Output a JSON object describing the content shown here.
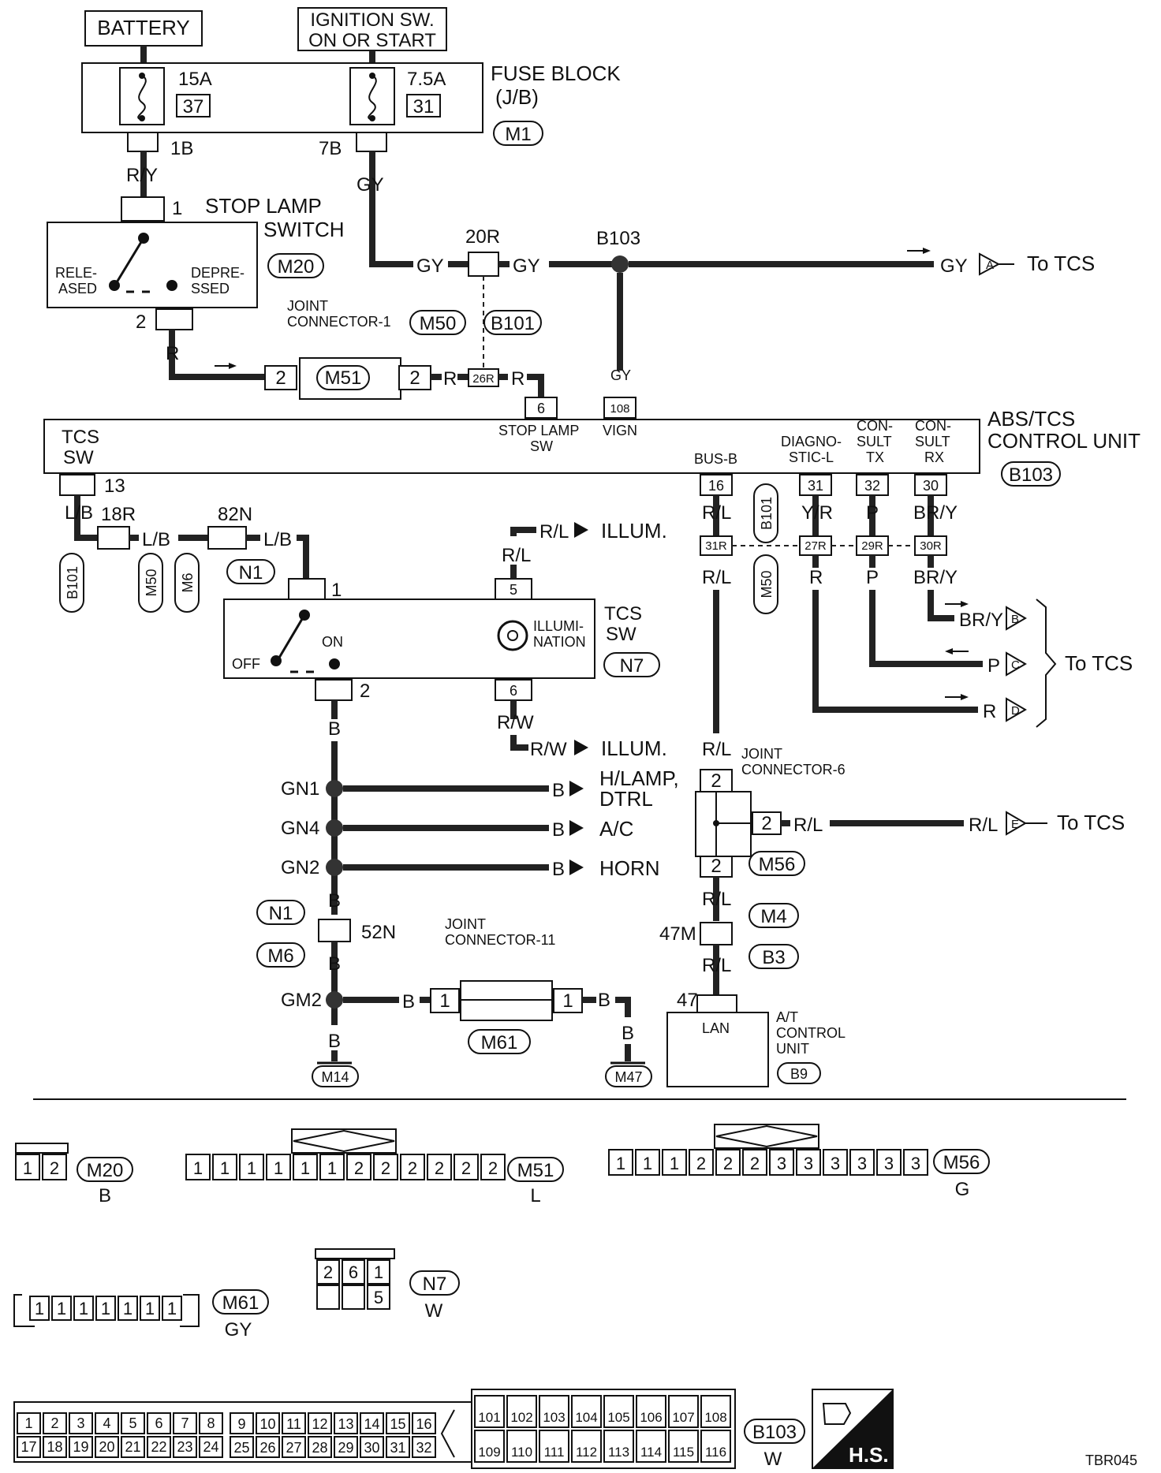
{
  "top": {
    "battery": "BATTERY",
    "ign_line1": "IGNITION SW.",
    "ign_line2": "ON OR START",
    "fuse_block_line1": "FUSE BLOCK",
    "fuse_block_line2": "(J/B)",
    "fuse_block_conn": "M1",
    "fuse1_amp": "15A",
    "fuse1_no": "37",
    "fuse2_amp": "7.5A",
    "fuse2_no": "31",
    "term_1b": "1B",
    "term_7b": "7B"
  },
  "stop_lamp": {
    "wire_ry": "R/Y",
    "pin1": "1",
    "title1": "STOP LAMP",
    "title2": "SWITCH",
    "conn": "M20",
    "released1": "RELE-",
    "released2": "ASED",
    "depressed1": "DEPRE-",
    "depressed2": "SSED",
    "pin2": "2",
    "wire_r": "R"
  },
  "gy_line": {
    "gy1": "GY",
    "gy2": "GY",
    "gy3": "GY",
    "gy4": "GY",
    "gy5": "GY",
    "conn_20r": "20R",
    "b103": "B103",
    "tag_a": "A",
    "to_tcs": "To TCS"
  },
  "joint1": {
    "line1": "JOINT",
    "line2": "CONNECTOR-1",
    "conn_m50": "M50",
    "conn_b101": "B101",
    "m51": "M51",
    "pin_2a": "2",
    "pin_2b": "2",
    "r1": "R",
    "r2": "R",
    "conn_26r": "26R"
  },
  "abs_unit": {
    "title1": "ABS/TCS",
    "title2": "CONTROL UNIT",
    "conn": "B103",
    "tcs_sw1": "TCS",
    "tcs_sw2": "SW",
    "pin13": "13",
    "pin6": "6",
    "pin108": "108",
    "stop_lamp_sw1": "STOP LAMP",
    "stop_lamp_sw2": "SW",
    "vign": "VIGN",
    "bus_b": "BUS-B",
    "diag1": "DIAGNO-",
    "diag2": "STIC-L",
    "consult_tx1": "CON-",
    "consult_tx2": "SULT",
    "consult_tx3": "TX",
    "consult_rx1": "CON-",
    "consult_rx2": "SULT",
    "consult_rx3": "RX",
    "pin16": "16",
    "pin31": "31",
    "pin32": "32",
    "pin30": "30",
    "gy_vign": "GY"
  },
  "tcs_sw_area": {
    "lb1": "L/B",
    "lb2": "L/B",
    "lb3": "L/B",
    "c18r": "18R",
    "c82n": "82N",
    "n1": "N1",
    "b101": "B101",
    "m50": "M50",
    "m6": "M6",
    "pin1": "1",
    "pin2": "2",
    "pin5": "5",
    "pin6": "6",
    "off": "OFF",
    "on": "ON",
    "illumi1": "ILLUMI-",
    "illumi2": "NATION",
    "title1": "TCS",
    "title2": "SW",
    "conn": "N7",
    "rl1": "R/L",
    "rl2": "R/L",
    "rw1": "R/W",
    "rw2": "R/W",
    "illum1": "ILLUM.",
    "illum2": "ILLUM.",
    "b": "B"
  },
  "grounds": {
    "gn1": "GN1",
    "gn4": "GN4",
    "gn2": "GN2",
    "hlamp1": "H/LAMP,",
    "hlamp2": "DTRL",
    "ac": "A/C",
    "horn": "HORN",
    "b1": "B",
    "b2": "B",
    "b3": "B",
    "b4": "B",
    "b5": "B",
    "b6": "B",
    "b7": "B",
    "b8": "B",
    "b9": "B",
    "n1": "N1",
    "m6": "M6",
    "c52n": "52N",
    "gm2": "GM2",
    "m14": "M14",
    "m47": "M47",
    "jc11_1": "JOINT",
    "jc11_2": "CONNECTOR-11",
    "m61": "M61",
    "pin1a": "1",
    "pin1b": "1"
  },
  "right_area": {
    "rl1": "R/L",
    "rl2": "R/L",
    "rl3": "R/L",
    "rl4": "R/L",
    "rl5": "R/L",
    "rl6": "R/L",
    "rl7": "R/L",
    "yr": "Y/R",
    "p1": "P",
    "p2": "P",
    "p3": "P",
    "bry1": "BR/Y",
    "bry2": "BR/Y",
    "bry3": "BR/Y",
    "r1": "R",
    "r2": "R",
    "c31r": "31R",
    "c27r": "27R",
    "c29r": "29R",
    "c30r": "30R",
    "b101": "B101",
    "m50": "M50",
    "tag_b": "B",
    "tag_c": "C",
    "tag_d": "D",
    "tag_e": "E",
    "to_tcs1": "To TCS",
    "to_tcs2": "To TCS",
    "jc6_1": "JOINT",
    "jc6_2": "CONNECTOR-6",
    "m56": "M56",
    "pin2a": "2",
    "pin2b": "2",
    "pin2c": "2",
    "m4": "M4",
    "b3": "B3",
    "c47m": "47M",
    "pin47": "47",
    "lan": "LAN",
    "at1": "A/T",
    "at2": "CONTROL",
    "at3": "UNIT",
    "b9": "B9"
  },
  "connectors": {
    "m20_cells": [
      "1",
      "2"
    ],
    "m20_name": "M20",
    "m20_color": "B",
    "m51_cells": [
      "1",
      "1",
      "1",
      "1",
      "1",
      "1",
      "2",
      "2",
      "2",
      "2",
      "2",
      "2"
    ],
    "m51_name": "M51",
    "m51_color": "L",
    "m56_cells": [
      "1",
      "1",
      "1",
      "2",
      "2",
      "2",
      "3",
      "3",
      "3",
      "3",
      "3",
      "3"
    ],
    "m56_name": "M56",
    "m56_color": "G",
    "m61_cells": [
      "1",
      "1",
      "1",
      "1",
      "1",
      "1",
      "1"
    ],
    "m61_name": "M61",
    "m61_color": "GY",
    "n7_top": [
      "2",
      "6",
      "1"
    ],
    "n7_bottom": [
      "",
      "",
      "5"
    ],
    "n7_name": "N7",
    "n7_color": "W",
    "b103_row1": [
      "1",
      "2",
      "3",
      "4",
      "5",
      "6",
      "7",
      "8",
      "9",
      "10",
      "11",
      "12",
      "13",
      "14",
      "15",
      "16"
    ],
    "b103_row2": [
      "17",
      "18",
      "19",
      "20",
      "21",
      "22",
      "23",
      "24",
      "25",
      "26",
      "27",
      "28",
      "29",
      "30",
      "31",
      "32"
    ],
    "b103_row3": [
      "101",
      "102",
      "103",
      "104",
      "105",
      "106",
      "107",
      "108"
    ],
    "b103_row4": [
      "109",
      "110",
      "111",
      "112",
      "113",
      "114",
      "115",
      "116"
    ],
    "b103_name": "B103",
    "b103_color": "W",
    "hs_logo": "H.S.",
    "page_code": "TBR045"
  }
}
